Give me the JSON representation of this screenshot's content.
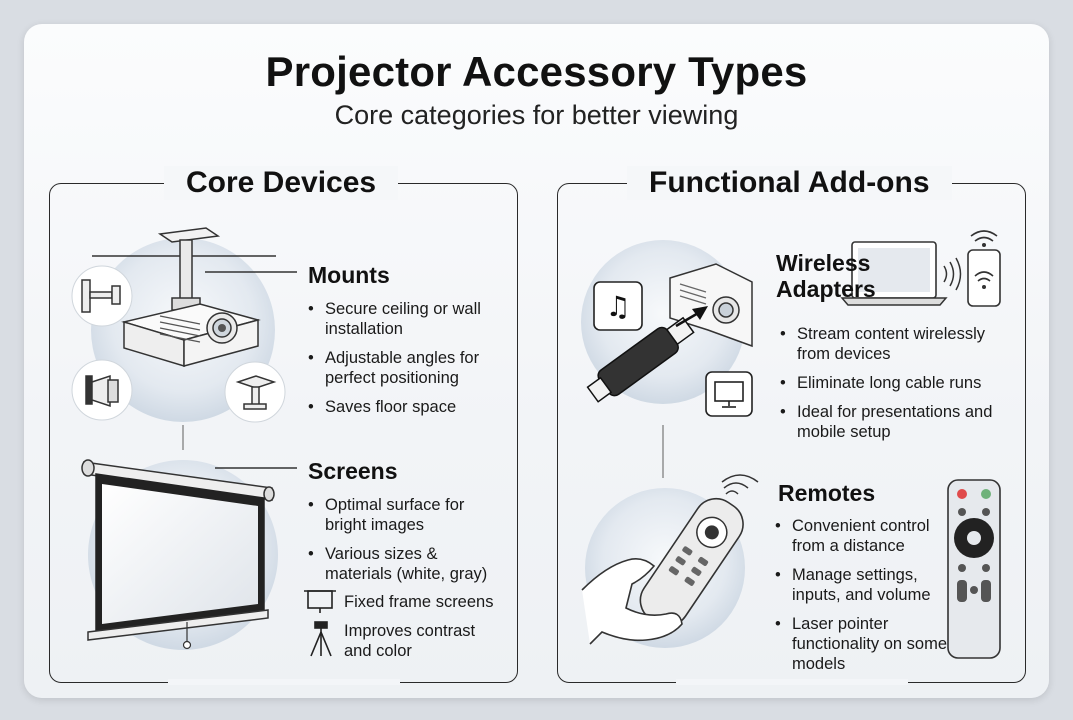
{
  "title": "Projector Accessory Types",
  "subtitle": "Core categories for better viewing",
  "core": {
    "heading": "Core Devices",
    "mounts": {
      "title": "Mounts",
      "bullets": [
        "Secure ceiling or wall installation",
        "Adjustable angles for perfect positioning",
        "Saves floor space"
      ]
    },
    "screens": {
      "title": "Screens",
      "bullets": [
        "Optimal surface for bright images",
        "Various sizes & materials (white, gray)"
      ],
      "icon_items": [
        {
          "icon": "frame-screen-icon",
          "text": "Fixed frame screens"
        },
        {
          "icon": "tripod-icon",
          "text": "Improves contrast and color"
        }
      ]
    }
  },
  "addons": {
    "heading": "Functional Add-ons",
    "wireless": {
      "title": "Wireless Adapters",
      "bullets": [
        "Stream content wirelessly from devices",
        "Eliminate long cable runs",
        "Ideal for presentations and mobile setup"
      ]
    },
    "remotes": {
      "title": "Remotes",
      "bullets": [
        "Convenient control from a distance",
        "Manage settings, inputs, and volume",
        "Laser pointer functionality on some models"
      ]
    }
  }
}
